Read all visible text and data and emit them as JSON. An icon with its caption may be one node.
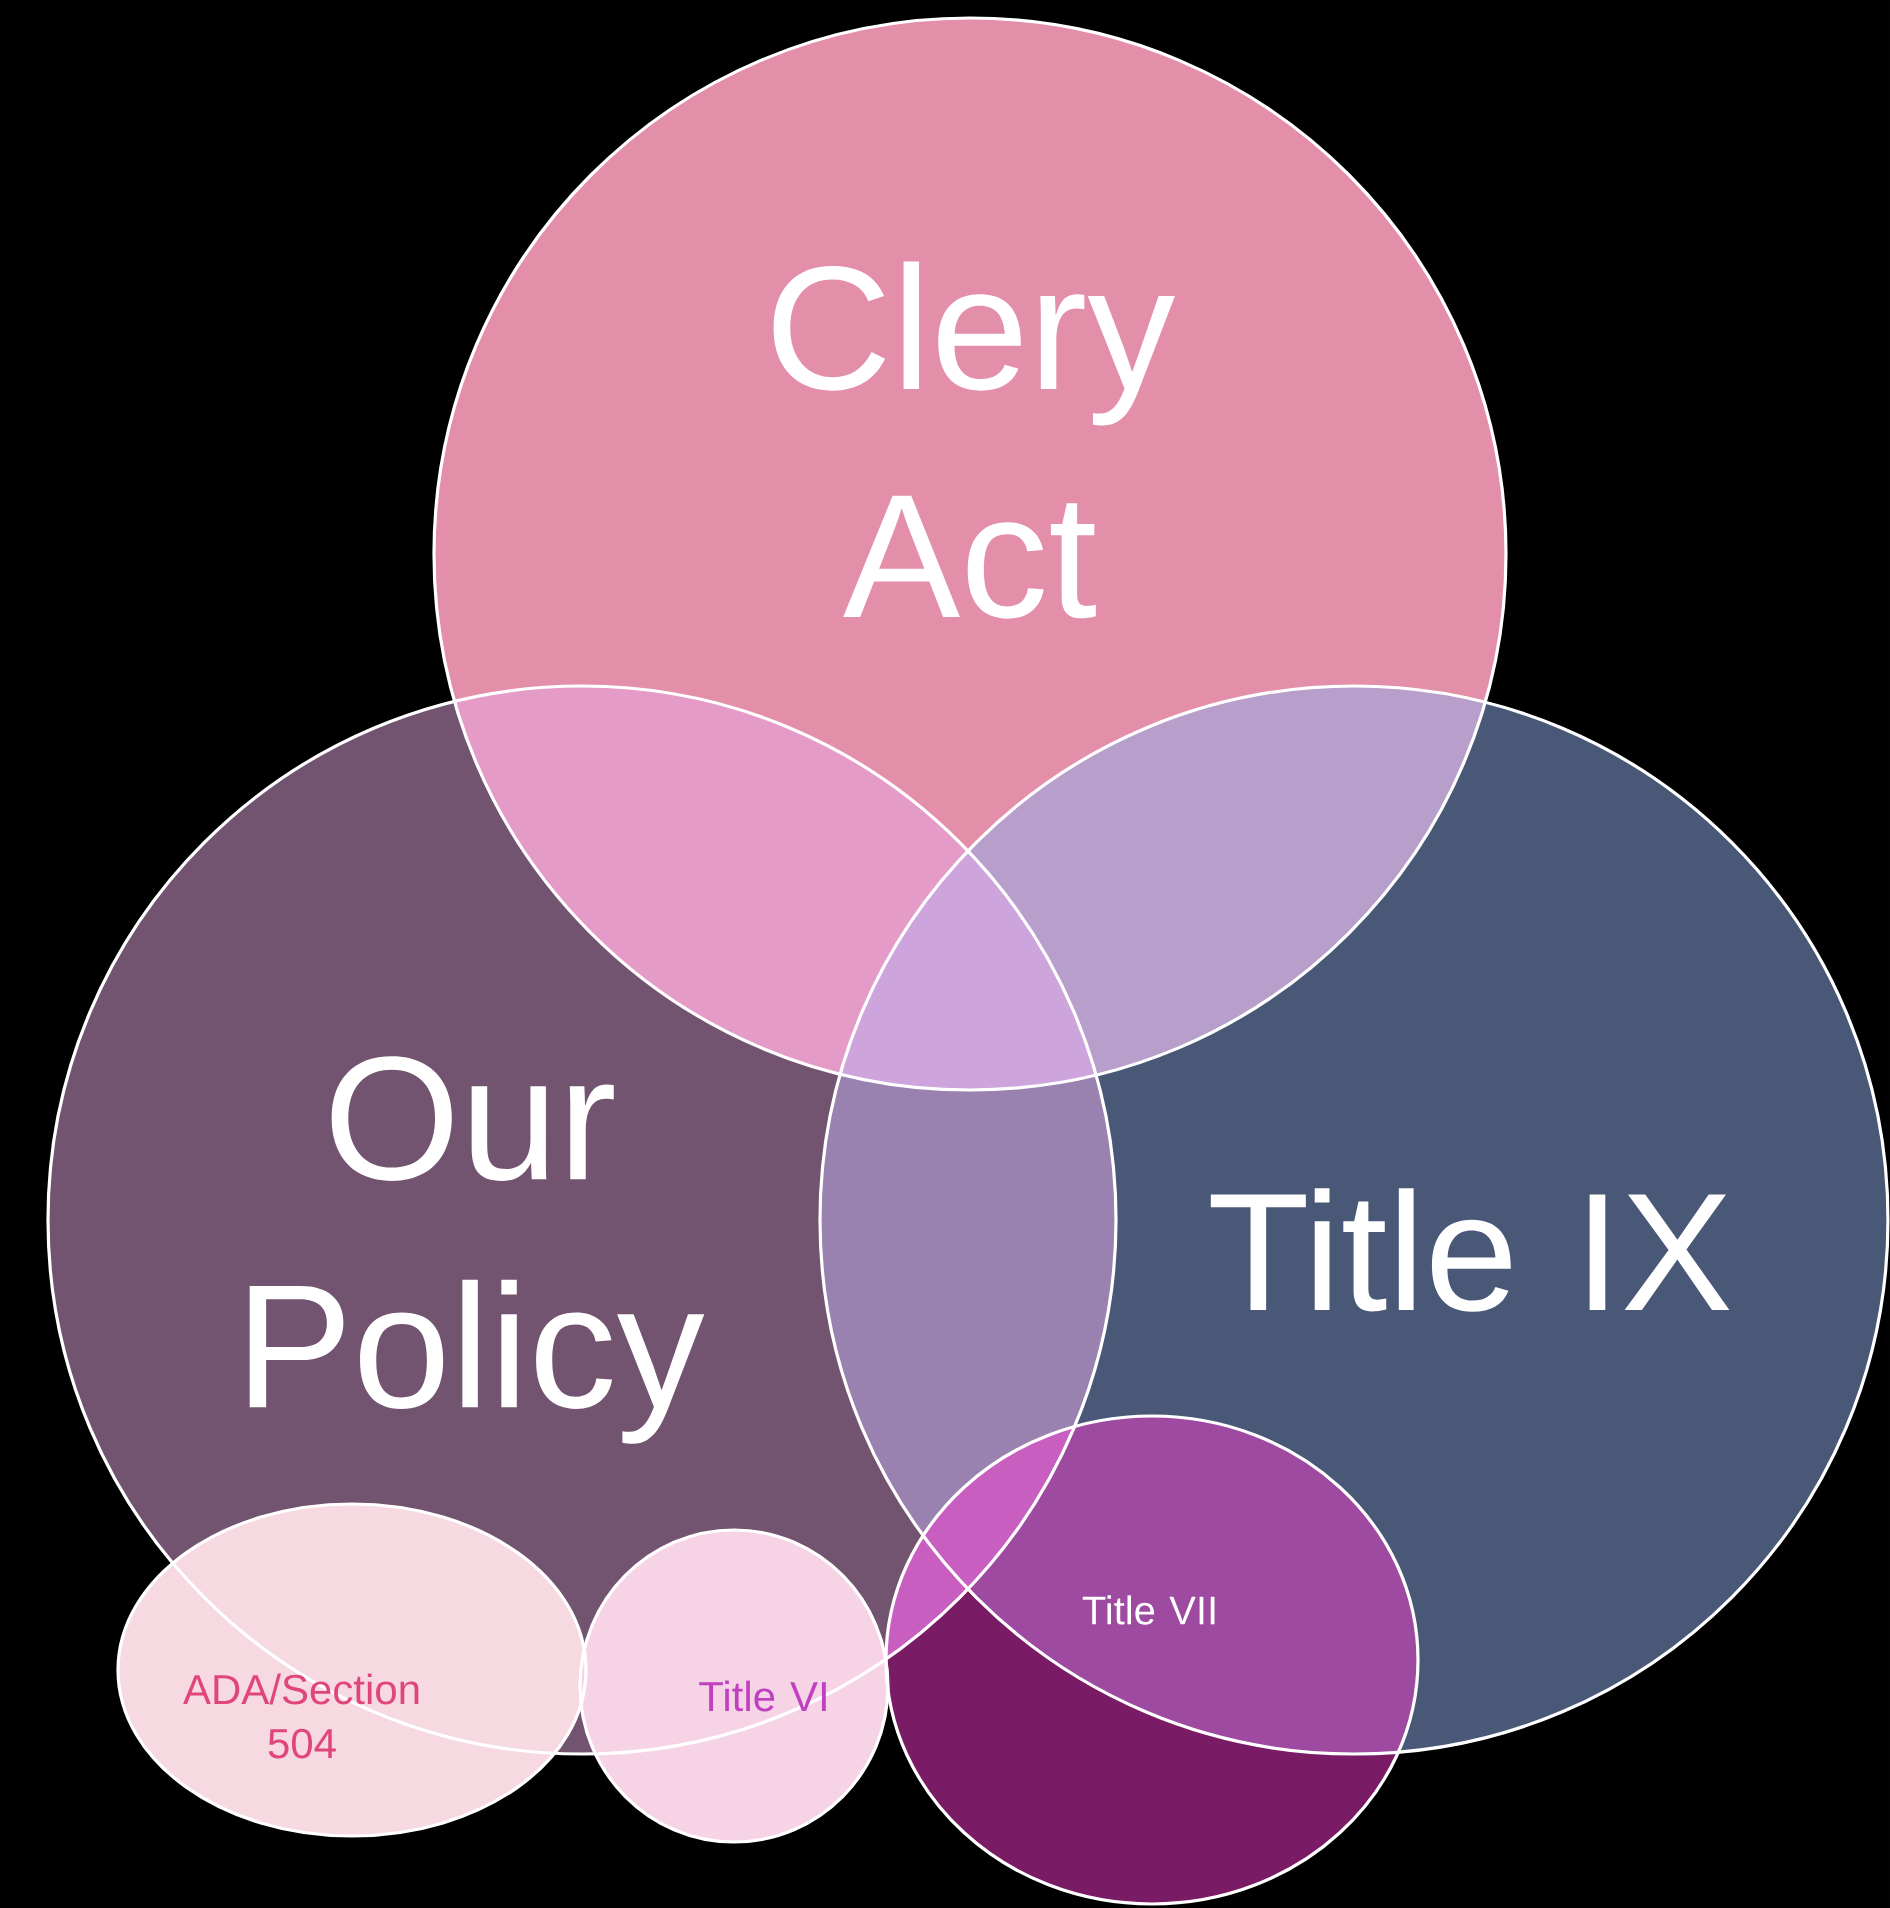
{
  "diagram": {
    "nodes": [
      {
        "text": [
          "Clery Act"
        ]
      },
      {
        "text": [
          "Our Policy"
        ]
      },
      {
        "text": [
          "Title IX"
        ]
      },
      {
        "text": [
          "ADA/Section 504"
        ]
      },
      {
        "text": [
          "Title VI"
        ]
      },
      {
        "text": [
          "Title VII"
        ]
      }
    ]
  }
}
